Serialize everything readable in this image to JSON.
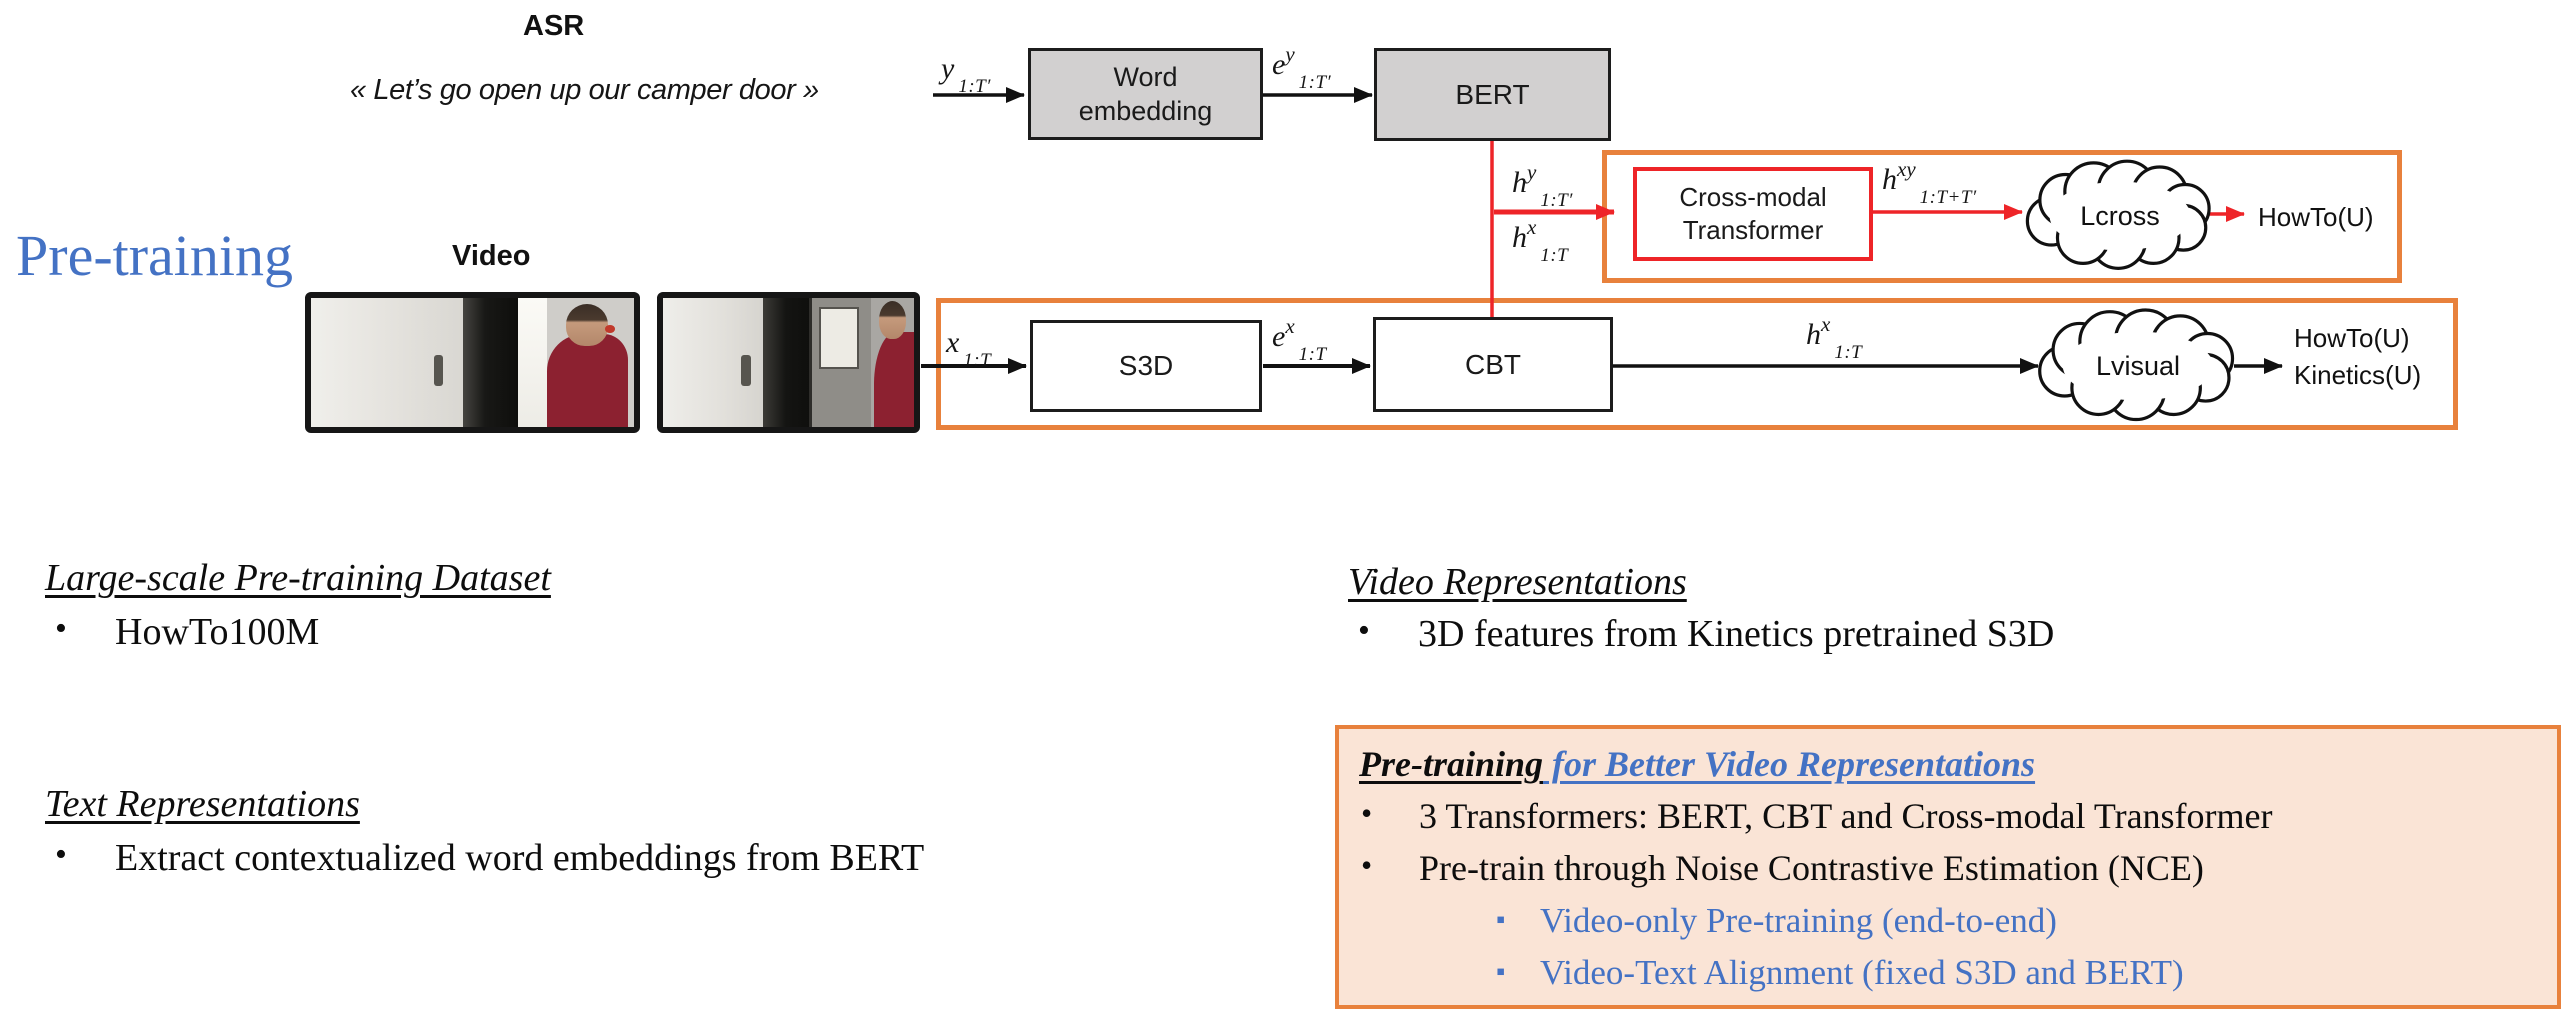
{
  "slide_label": "Pre-training",
  "diagram": {
    "asr_heading": "ASR",
    "asr_quote": "« Let’s go open up our camper door »",
    "video_heading": "Video",
    "word_embedding_box": "Word\nembedding",
    "bert_box": "BERT",
    "s3d_box": "S3D",
    "cbt_box": "CBT",
    "cross_modal_box": "Cross-modal\nTransformer",
    "lcross_cloud": "Lcross",
    "lvisual_cloud": "Lvisual",
    "howto_top": "HowTo(U)",
    "howto_kinetics_bottom": "HowTo(U)\nKinetics(U)",
    "math": {
      "y": {
        "base": "y",
        "sub": "1:T′"
      },
      "ey": {
        "base": "e",
        "sup": "y",
        "sub": "1:T′"
      },
      "hy": {
        "base": "h",
        "sup": "y",
        "sub": "1:T′"
      },
      "hx_top": {
        "base": "h",
        "sup": "x",
        "sub": "1:T"
      },
      "hxy": {
        "base": "h",
        "sup": "xy",
        "sub": "1:T+T′"
      },
      "x": {
        "base": "x",
        "sub": "1:T"
      },
      "ex": {
        "base": "e",
        "sup": "x",
        "sub": "1:T"
      },
      "hx_bottom": {
        "base": "h",
        "sup": "x",
        "sub": "1:T"
      }
    }
  },
  "sections": {
    "dataset": {
      "heading": "Large-scale Pre-training Dataset",
      "bullet_char": "•",
      "bullet": "HowTo100M"
    },
    "text_repr": {
      "heading": "Text Representations",
      "bullet_char": "•",
      "bullet": "Extract contextualized word embeddings from BERT"
    },
    "video_repr": {
      "heading": "Video Representations",
      "bullet_char": "•",
      "bullet": "3D features from Kinetics pretrained S3D"
    },
    "highlight": {
      "heading_black": "Pre-training",
      "heading_blue": " for Better Video Representations",
      "bullet_char": "•",
      "bullets": [
        "3 Transformers: BERT, CBT and Cross-modal Transformer",
        "Pre-train through Noise Contrastive Estimation (NCE)"
      ],
      "sub_bullet_char": "▪",
      "sub_bullets": [
        "Video-only Pre-training (end-to-end)",
        "Video-Text Alignment (fixed S3D and BERT)"
      ]
    }
  },
  "colors": {
    "accent_blue": "#4472C4",
    "frame_orange": "#E8813C",
    "highlight_fill": "#FAE4D6",
    "diagram_red": "#EE2428",
    "box_gray": "#D2D0D0"
  }
}
